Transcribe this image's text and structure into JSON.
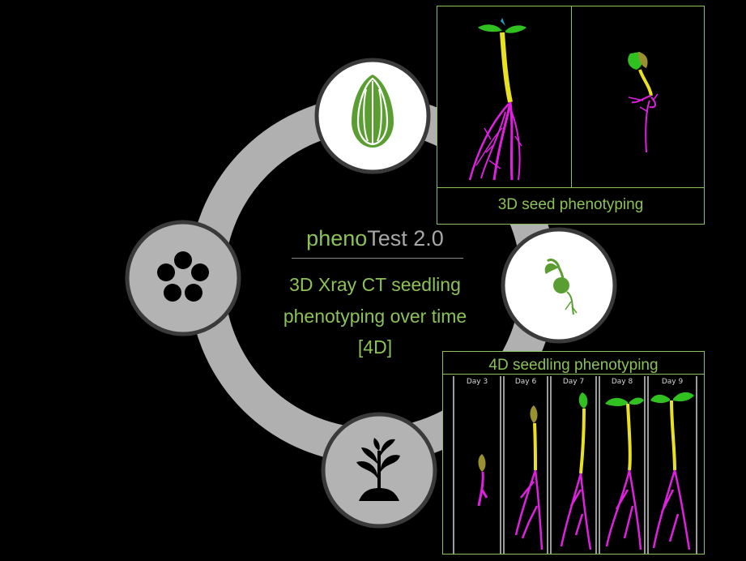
{
  "center": {
    "title_accent": "pheno",
    "title_rest": "Test 2.0",
    "description_lines": [
      "3D Xray CT seedling",
      "phenotyping over time",
      "[4D]"
    ]
  },
  "panels": {
    "seed_3d": {
      "caption": "3D seed phenotyping"
    },
    "seedling_4d": {
      "caption": "4D seedling phenotyping",
      "days": [
        "Day 3",
        "Day 6",
        "Day 7",
        "Day 8",
        "Day 9"
      ]
    }
  },
  "nodes": [
    {
      "name": "seed-icon",
      "fill": "#ffffff"
    },
    {
      "name": "seedling-icon",
      "fill": "#ffffff"
    },
    {
      "name": "plant-icon",
      "fill": "#b3b3b3"
    },
    {
      "name": "flower-icon",
      "fill": "#b3b3b3"
    }
  ],
  "colors": {
    "accent_green": "#8cc157",
    "ring_gray": "#b0b0b0",
    "root_magenta": "#e020e0",
    "hypocotyl_yellow": "#e8e020",
    "cotyledon_green": "#30c020"
  }
}
